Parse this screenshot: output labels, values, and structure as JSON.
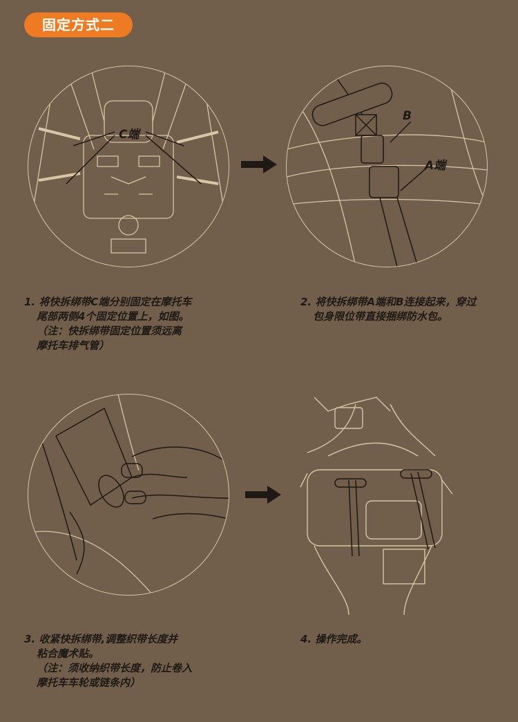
{
  "header": {
    "title": "固定方式二"
  },
  "steps": [
    {
      "lines": [
        "1. 将快拆绑带C端分别固定在摩托车",
        "尾部两侧4个固定位置上，如图。",
        "（注：快拆绑带固定位置须远离",
        "摩托车排气管）"
      ],
      "labels": [
        "C端"
      ]
    },
    {
      "lines": [
        "2. 将快拆绑带A端和B连接起来，穿过",
        "包身限位带直接捆绑防水包。"
      ],
      "labels": [
        "B",
        "A端"
      ]
    },
    {
      "lines": [
        "3. 收紧快拆绑带,调整织带长度并",
        "粘合魔术贴。",
        "（注：须收纳织带长度，防止卷入",
        "摩托车车轮或链条内）"
      ]
    },
    {
      "lines": [
        "4. 操作完成。"
      ]
    }
  ],
  "colors": {
    "background": "#715f4c",
    "accent": "#ee7a21",
    "line": "#d8c6a6",
    "text": "#1e1914"
  }
}
